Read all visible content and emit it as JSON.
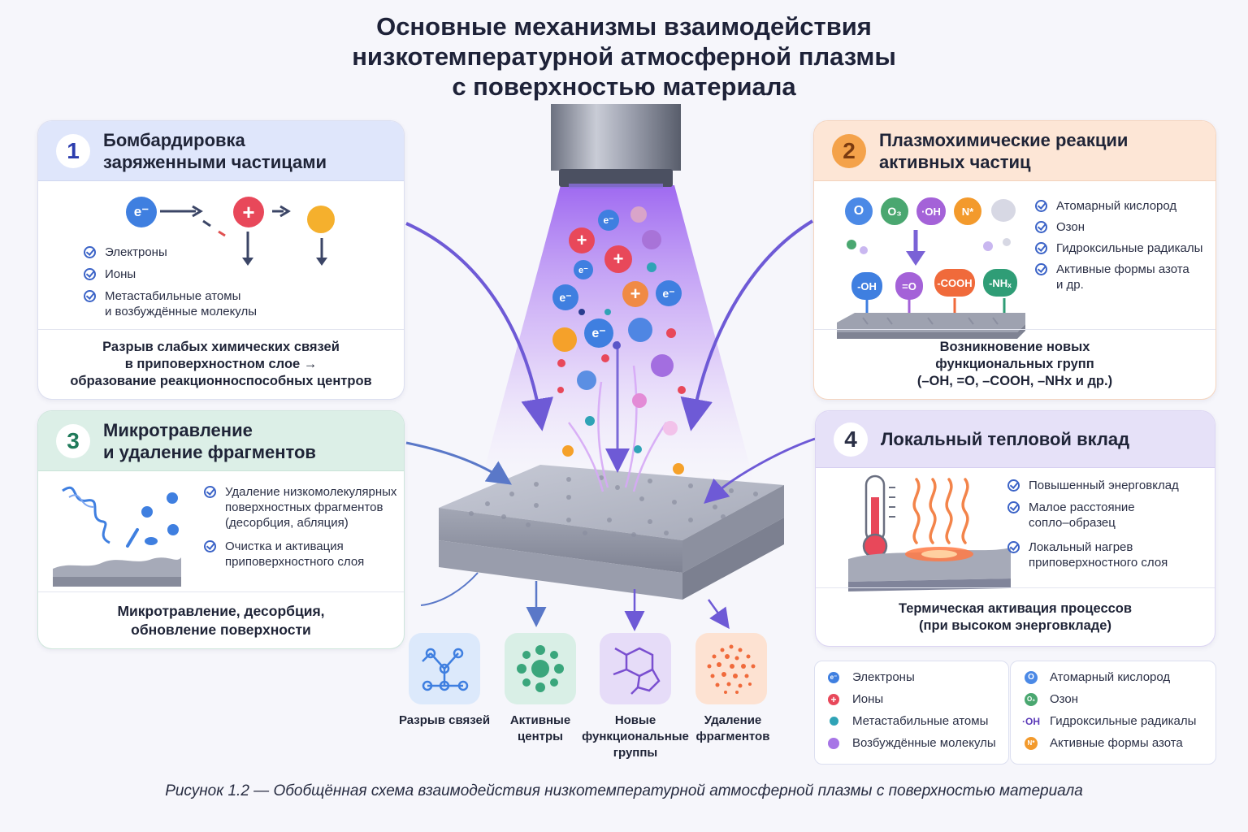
{
  "title": {
    "line1": "Основные механизмы взаимодействия",
    "line2": "низкотемпературной атмосферной плазмы",
    "line3": "с поверхностью материала"
  },
  "panel1": {
    "number": "1",
    "title_line1": "Бомбардировка",
    "title_line2": "заряженными частицами",
    "items": [
      "Электроны",
      "Ионы",
      "Метастабильные атомы",
      "и возбуждённые молекулы"
    ],
    "foot_line1": "Разрыв слабых химических связей",
    "foot_line2": "в приповерхностном слое →",
    "foot_line3": "образование реакционноспособных центров",
    "electron_glyph": "e⁻",
    "ion_glyph": "+"
  },
  "panel2": {
    "number": "2",
    "title_line1": "Плазмохимические реакции",
    "title_line2": "активных частиц",
    "items": [
      "Атомарный кислород",
      "Озон",
      "Гидроксильные радикалы",
      "Активные формы азота",
      "и др."
    ],
    "species": [
      "O",
      "O₃",
      "·OH",
      "N*"
    ],
    "groups": [
      "-OH",
      "=O",
      "-COOH",
      "-NHₓ"
    ],
    "foot_line1": "Возникновение новых",
    "foot_line2": "функциональных групп",
    "foot_line3": "(–OH, =O, –COOH, –NHx и др.)"
  },
  "panel3": {
    "number": "3",
    "title_line1": "Микротравление",
    "title_line2": "и удаление фрагментов",
    "items": [
      "Удаление низкомолекулярных",
      "поверхностных фрагментов",
      "(десорбция, абляция)",
      "Очистка и активация",
      "приповерхностного слоя"
    ],
    "foot_line1": "Микротравление, десорбция,",
    "foot_line2": "обновление поверхности"
  },
  "panel4": {
    "number": "4",
    "title": "Локальный тепловой вклад",
    "items": [
      "Повышенный энерговклад",
      "Малое расстояние",
      "сопло–образец",
      "Локальный нагрев",
      "приповерхностного слоя"
    ],
    "foot_line1": "Термическая активация процессов",
    "foot_line2": "(при высоком энерговкладе)"
  },
  "plume_glyphs": {
    "electron": "e⁻",
    "ion": "+"
  },
  "outcomes": [
    {
      "line1": "Разрыв связей",
      "line2": "",
      "line3": ""
    },
    {
      "line1": "Активные",
      "line2": "центры",
      "line3": ""
    },
    {
      "line1": "Новые",
      "line2": "функциональные",
      "line3": "группы"
    },
    {
      "line1": "Удаление",
      "line2": "фрагментов",
      "line3": ""
    }
  ],
  "legend_left": [
    {
      "symbol": "e⁻",
      "label": "Электроны",
      "color": "#3f7fe0"
    },
    {
      "symbol": "+",
      "label": "Ионы",
      "color": "#e8485a"
    },
    {
      "symbol": "",
      "label": "Метастабильные атомы",
      "color": "#2fa3b6"
    },
    {
      "symbol": "",
      "label": "Возбуждённые молекулы",
      "color": "#a775e6"
    }
  ],
  "legend_right": [
    {
      "symbol": "O",
      "label": "Атомарный кислород",
      "color": "#4b89e6"
    },
    {
      "symbol": "O₃",
      "label": "Озон",
      "color": "#4aa770"
    },
    {
      "symbol": "·OH",
      "label": "Гидроксильные радикалы",
      "color": "#6a3ec2"
    },
    {
      "symbol": "N*",
      "label": "Активные формы азота",
      "color": "#f39a2c"
    }
  ],
  "caption": "Рисунок 1.2 — Обобщённая схема взаимодействия низкотемпературной атмосферной плазмы с поверхностью материала",
  "colors": {
    "panel1_header": "#dfe6fb",
    "panel2_header": "#fde6d6",
    "panel3_header": "#dcefe7",
    "panel4_header": "#e6e1f8",
    "arrow": "#6e5ad6",
    "plume": "#b487f2"
  }
}
